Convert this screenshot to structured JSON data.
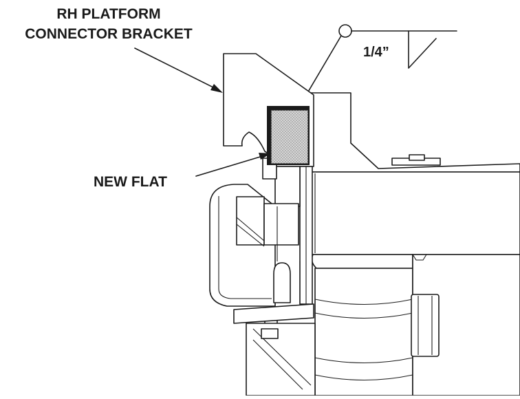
{
  "labels": {
    "bracket_line1": "RH PLATFORM",
    "bracket_line2": "CONNECTOR BRACKET",
    "new_flat": "NEW FLAT",
    "weld_size": "1/4”"
  },
  "weld_symbol": {
    "type": "fillet",
    "all_around": true
  },
  "colors": {
    "line": "#1a1a1a",
    "flat_fill": "#c8c8c8",
    "background": "#ffffff"
  }
}
